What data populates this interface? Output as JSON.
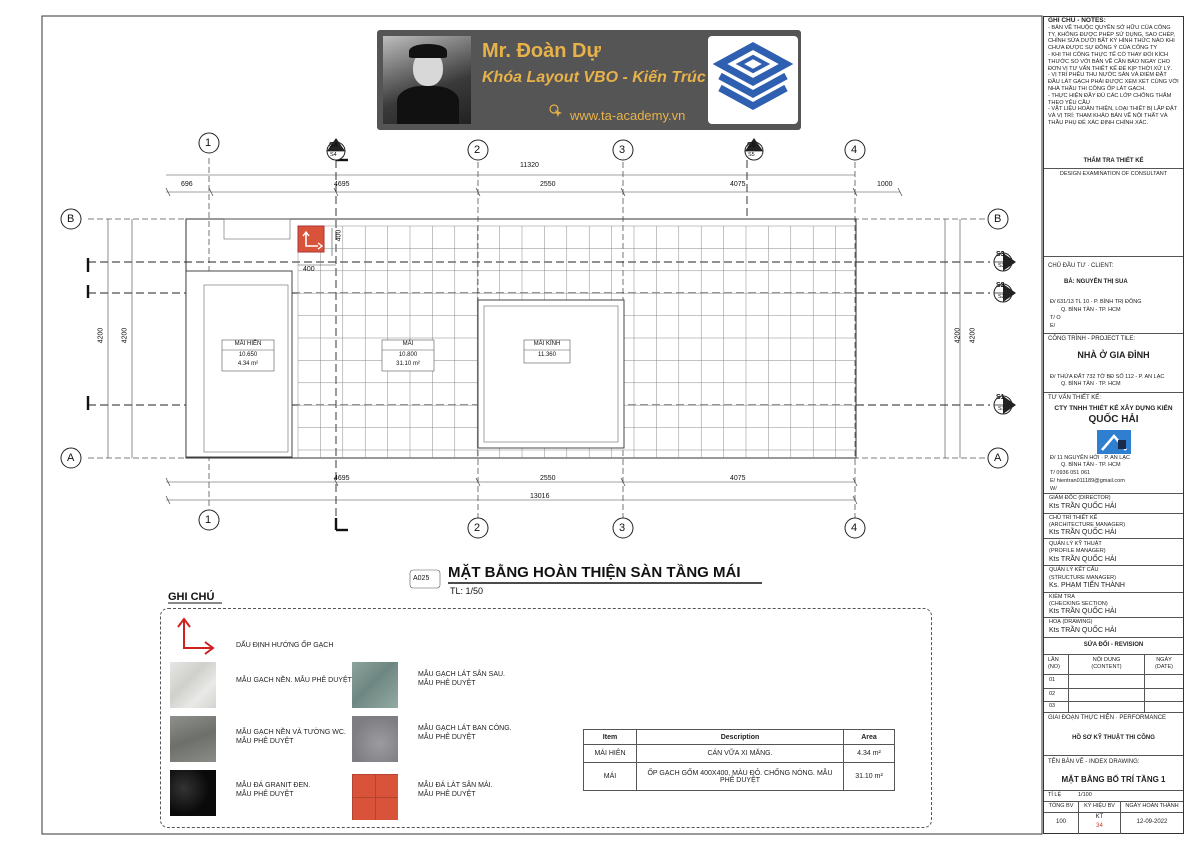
{
  "banner": {
    "name": "Mr. Đoàn Dự",
    "course": "Khóa Layout VBO - Kiến Trúc",
    "url": "www.ta-academy.vn"
  },
  "plan": {
    "grid_top": [
      "1",
      "2",
      "3",
      "4"
    ],
    "grid_bottom": [
      "1",
      "2",
      "3",
      "4"
    ],
    "grid_left": [
      "B",
      "A"
    ],
    "grid_right": [
      "B",
      "A"
    ],
    "section_tags_top": [
      {
        "label": "S4",
        "sub": "S4"
      },
      {
        "label": "S5",
        "sub": "S5"
      }
    ],
    "section_tags_right": [
      {
        "label": "S3",
        "sub": "S3"
      },
      {
        "label": "S2",
        "sub": "S2"
      },
      {
        "label": "S1",
        "sub": "S1"
      }
    ],
    "dims_top_overall": "11320",
    "dims_top": [
      "696",
      "4695",
      "2550",
      "4075",
      "1000"
    ],
    "dims_bottom": [
      "4695",
      "2550",
      "4075"
    ],
    "dims_bottom_overall": "13016",
    "dims_left": [
      "4200",
      "4200"
    ],
    "dims_right": [
      "4200",
      "4200"
    ],
    "dim_400_v": "400",
    "dim_400_h": "400",
    "rooms": [
      {
        "name": "MÁI HIÊN",
        "level": "10.650",
        "area": "4.34 m²"
      },
      {
        "name": "MÁI",
        "level": "10.800",
        "area": "31.10 m²"
      },
      {
        "name": "MÁI KÍNH",
        "level": "11.360",
        "area": ""
      }
    ]
  },
  "sheet": {
    "code": "A025",
    "title": "MẶT BẰNG HOÀN THIỆN SÀN TẦNG MÁI",
    "scale": "TL: 1/50"
  },
  "legend": {
    "heading": "GHI CHÚ",
    "arrow_label": "DẤU ĐỊNH HƯỚNG ỐP GẠCH",
    "items": [
      {
        "line1": "MẪU GẠCH NỀN. MẪU PHÊ DUYỆT",
        "line2": ""
      },
      {
        "line1": "MẪU GẠCH NỀN VÀ TƯỜNG WC.",
        "line2": "MẪU PHÊ DUYỆT"
      },
      {
        "line1": "MẪU ĐÁ GRANIT ĐEN.",
        "line2": "MẪU PHÊ DUYỆT"
      },
      {
        "line1": "MẪU GẠCH LÁT SÂN SAU.",
        "line2": "MẪU PHÊ DUYỆT"
      },
      {
        "line1": "MẪU GẠCH LÁT BAN CÔNG.",
        "line2": "MẪU PHÊ DUYỆT"
      },
      {
        "line1": "MẪU ĐÁ LÁT SÂN MÁI.",
        "line2": "MẪU PHÊ DUYỆT"
      }
    ],
    "table": {
      "headers": [
        "Item",
        "Description",
        "Area"
      ],
      "rows": [
        [
          "MÁI HIÊN",
          "CÁN VỮA XI MĂNG.",
          "4.34 m²"
        ],
        [
          "MÁI",
          "ỐP GẠCH GỐM 400X400, MÀU ĐỎ. CHỐNG NÓNG. MẪU PHÊ DUYỆT",
          "31.10 m²"
        ]
      ]
    }
  },
  "titleblock": {
    "notes_title": "GHI CHÚ - NOTES:",
    "notes": [
      "- BẢN VẼ THUỘC QUYỀN SỞ HỮU CỦA CÔNG",
      "TY, KHÔNG ĐƯỢC PHÉP SỬ DỤNG, SAO CHÉP,",
      "CHỈNH SỬA DƯỚI BẤT KỲ HÌNH THỨC NÀO KHI",
      "CHƯA ĐƯỢC SỰ ĐỒNG Ý CỦA CÔNG TY",
      "- KHI THI CÔNG THỰC TẾ CÓ THAY ĐỔI KÍCH",
      "THƯỚC SO VỚI BẢN VẼ CẦN BÁO NGAY CHO",
      "ĐƠN VỊ TƯ VẤN THIẾT KẾ ĐỂ KỊP THỜI XỬ LÝ.",
      "- VỊ TRÍ PHỄU THU NƯỚC SÀN VÀ ĐIỂM ĐẶT",
      "ĐẦU LÁT GẠCH PHẢI ĐƯỢC XEM XÉT CÙNG VỚI",
      "NHÀ THẦU THI CÔNG ỐP LÁT GẠCH.",
      "- THỰC HIỆN ĐẦY ĐỦ CÁC LỚP CHỐNG THẤM",
      "THEO YÊU CẦU",
      "- VẬT LIỆU HOÀN THIỆN, LOẠI THIẾT BỊ LẮP ĐẶT",
      "VÀ VỊ TRÍ: THAM KHẢO BẢN VẼ NỘI THẤT VÀ",
      "THẦU PHỤ ĐỂ XÁC ĐỊNH CHÍNH XÁC."
    ],
    "review_title": "THẨM TRA THIẾT KẾ",
    "review_sub": "DESIGN EXAMINATION OF CONSULTANT",
    "client_label": "CHỦ ĐẦU TƯ · CLIENT:",
    "client_name": "BÀ: NGUYỄN THỊ SUA",
    "client_addr1": "Đ/  631/13 TL 10 - P. BÌNH TRỊ ĐÔNG",
    "client_addr2": "Q. BÌNH TÂN - TP. HCM",
    "client_t": "T/  O",
    "client_e": "E/",
    "project_label": "CÔNG TRÌNH - PROJECT TILE:",
    "project_name": "NHÀ Ở GIA ĐÌNH",
    "project_addr1": "Đ/  THỬA ĐẤT 732 TỜ BĐ SỐ 112 - P. AN LẠC",
    "project_addr2": "Q. BÌNH TÂN · TP. HCM",
    "consult_label": "TƯ VẤN THIẾT KẾ:",
    "consult_name1": "CTY TNHH THIẾT KẾ XÂY DỰNG KIẾN",
    "consult_name2": "QUỐC HẢI",
    "consult_addr1": "Đ/  11 NGUYỄN HỚI · P. AN LẠC",
    "consult_addr2": "Q. BÌNH TÂN - TP. HCM",
    "consult_t": "T/  0936 051 061",
    "consult_e": "E/  hientran011189@gmail.com",
    "consult_w": "W/",
    "roles": [
      {
        "r1": "GIÁM ĐỐC (DIRECTOR)",
        "r2": "",
        "name": "Kts TRẦN QUỐC HẢI"
      },
      {
        "r1": "CHỦ TRÌ THIẾT KẾ",
        "r2": "(ARCHITECTURE MANAGER)",
        "name": "Kts TRẦN QUỐC HẢI"
      },
      {
        "r1": "QUẢN LÝ KỸ THUẬT",
        "r2": "(PROFILE MANAGER)",
        "name": "Kts TRẦN QUỐC HẢI"
      },
      {
        "r1": "QUẢN LÝ KẾT CẤU",
        "r2": "(STRUCTURE MANAGER)",
        "name": "Ks. PHẠM TIẾN THÀNH"
      },
      {
        "r1": "KIỂM TRA",
        "r2": "(CHECKING SECTION)",
        "name": "Kts TRẦN QUỐC HẢI"
      },
      {
        "r1": "HOẠ (DRAWING)",
        "r2": "",
        "name": "Kts TRẦN QUỐC HẢI"
      }
    ],
    "revision_title": "SỬA ĐỔI - REVISION",
    "rev_h1": "LẦN",
    "rev_h1b": "(NO)",
    "rev_h2": "NỘI DUNG",
    "rev_h2b": "(CONTENT)",
    "rev_h3": "NGÀY",
    "rev_h3b": "(DATE)",
    "rev_rows": [
      "01",
      "02",
      "03"
    ],
    "stage_label": "GIAI ĐOẠN THỰC HIỆN · PERFORMANCE",
    "stage_value": "HỒ SƠ KỸ THUẬT THI CÔNG",
    "index_label": "TÊN BẢN VẼ - INDEX DRAWING:",
    "index_value": "MẶT BẰNG BỐ TRÍ TẦNG 1",
    "scale_label": "TỈ LỆ",
    "scale_value": "1/100",
    "foot_h": [
      "TỔNG BV",
      "KÝ HIỆU BV",
      "NGÀY HOÀN THÀNH"
    ],
    "foot_total": "100",
    "foot_code1": "KT",
    "foot_code2": "34",
    "foot_date": "12-09-2022"
  },
  "colors": {
    "banner_bg": "#555555",
    "banner_text": "#e8b24a",
    "roof_tile": "#d9533b",
    "logo_blue": "#2f5fb0"
  }
}
